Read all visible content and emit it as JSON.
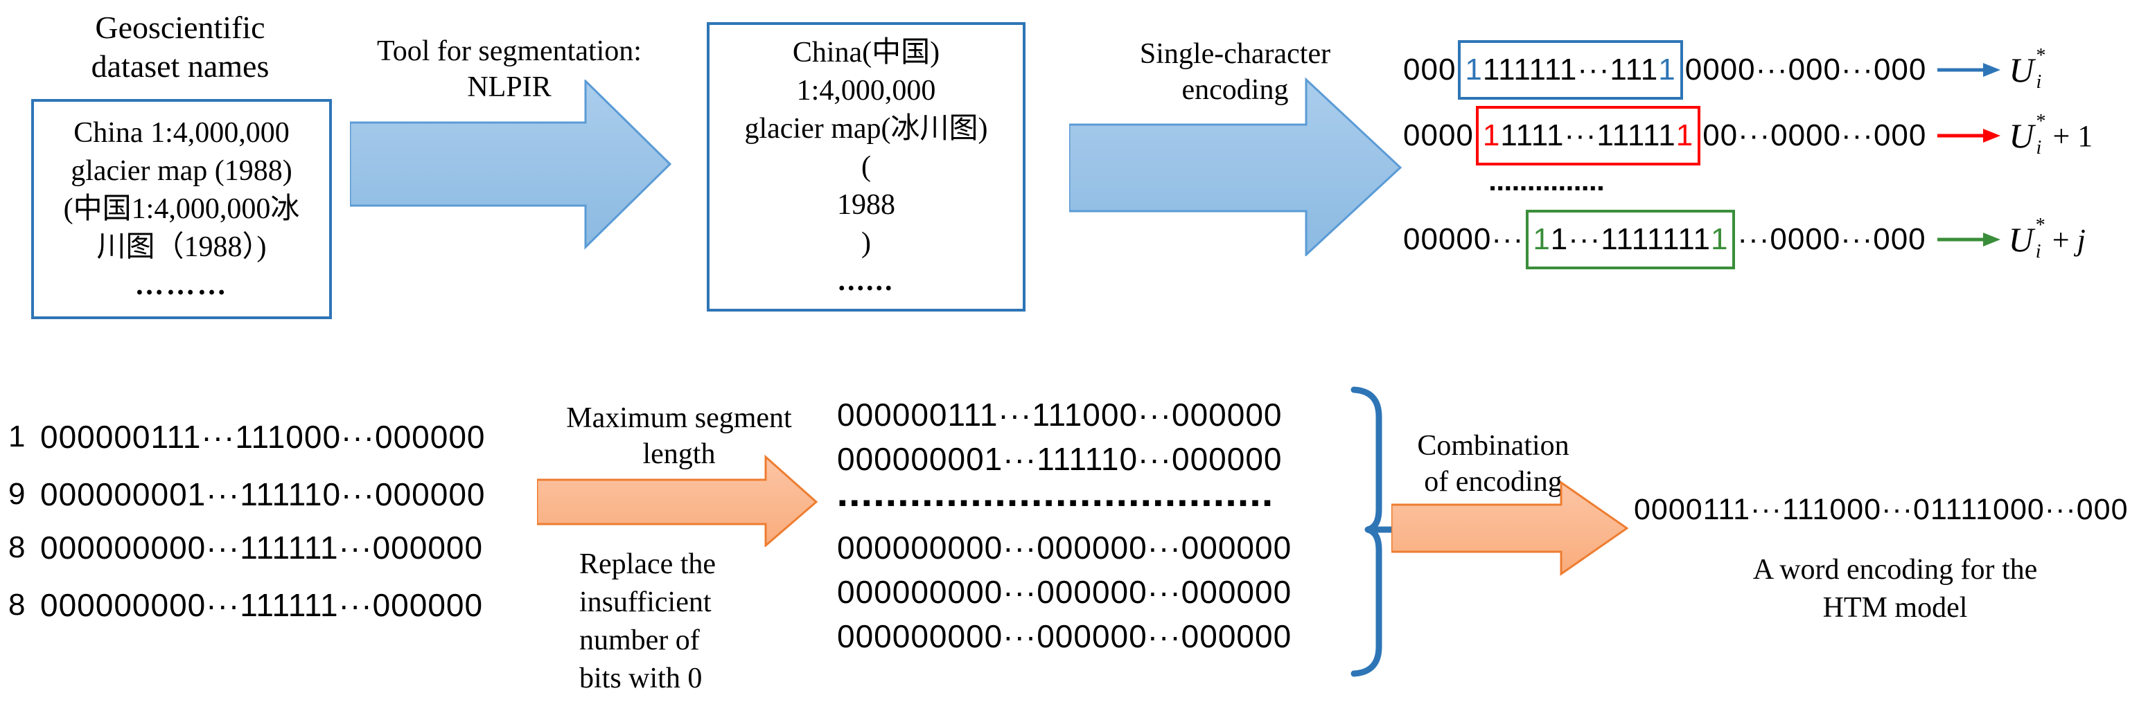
{
  "colors": {
    "box_blue": "#2E75B6",
    "arrow_blue_fill": "#9DC3E6",
    "arrow_blue_stroke": "#5B9BD5",
    "arrow_orange_fill": "#FAB387",
    "arrow_orange_stroke": "#ED7D31",
    "red": "#FF0000",
    "green": "#3A8E3A"
  },
  "top": {
    "dataset_title": {
      "line1": "Geoscientific",
      "line2": "dataset names"
    },
    "dataset_box": {
      "line1": "China 1:4,000,000",
      "line2": "glacier map (1988)",
      "line3": "(中国1:4,000,000冰",
      "line4": "川图（1988）)",
      "line5": "………"
    },
    "segmentation_arrow_label": {
      "line1": "Tool for segmentation:",
      "line2": "NLPIR"
    },
    "segmented_box": {
      "line1": "China(中国)",
      "line2": "1:4,000,000",
      "line3": "glacier map(冰川图)",
      "line4": "(",
      "line5": "1988",
      "line6": ")",
      "line7": "......"
    },
    "encoding_arrow_label": {
      "line1": "Single-character",
      "line2": "encoding"
    },
    "rows": [
      {
        "prefix": "000",
        "first": "1",
        "mid": "111111···111",
        "last": "1",
        "suffix": "0000···000···000",
        "label": {
          "base": "U",
          "sup": "*",
          "sub": "i",
          "plus": "",
          "var": ""
        }
      },
      {
        "prefix": "0000",
        "first": "1",
        "mid": "1111···11111",
        "last": "1",
        "suffix": "00···0000···000",
        "label": {
          "base": "U",
          "sup": "*",
          "sub": "i",
          "plus": "+",
          "var": "1"
        }
      },
      {
        "prefix": "00000···",
        "first": "1",
        "mid": "1···1111111",
        "last": "1",
        "suffix": "···0000···000",
        "label": {
          "base": "U",
          "sup": "*",
          "sub": "i",
          "plus": "+",
          "var": "j"
        }
      }
    ],
    "dots_separator": "▪▪▪▪▪▪▪▪▪▪▪▪▪▪▪"
  },
  "bottom": {
    "char_rows": [
      {
        "char": "1",
        "bits": "000000111···111000···000000"
      },
      {
        "char": "9",
        "bits": "000000001···111110···000000"
      },
      {
        "char": "8",
        "bits": "000000000···111111···000000"
      },
      {
        "char": "8",
        "bits": "000000000···111111···000000"
      }
    ],
    "max_segment_label": {
      "line1": "Maximum segment",
      "line2": "length"
    },
    "replace_label": {
      "line1": "Replace the",
      "line2": "insufficient",
      "line3": "number of",
      "line4": "bits with 0"
    },
    "padded_rows": {
      "row1": "000000111···111000···000000",
      "row2": "000000001···111110···000000",
      "dots": "▪▪▪▪▪▪▪▪▪▪▪▪▪▪▪▪▪▪▪▪▪▪▪▪▪▪▪▪▪▪▪▪▪▪▪▪",
      "row4": "000000000···000000···000000",
      "row5": "000000000···000000···000000",
      "row6": "000000000···000000···000000"
    },
    "combination_label": {
      "line1": "Combination",
      "line2": "of encoding"
    },
    "result_bits": "0000111···111000···01111000···000",
    "result_caption": {
      "line1": "A word encoding for the",
      "line2": "HTM model"
    }
  }
}
